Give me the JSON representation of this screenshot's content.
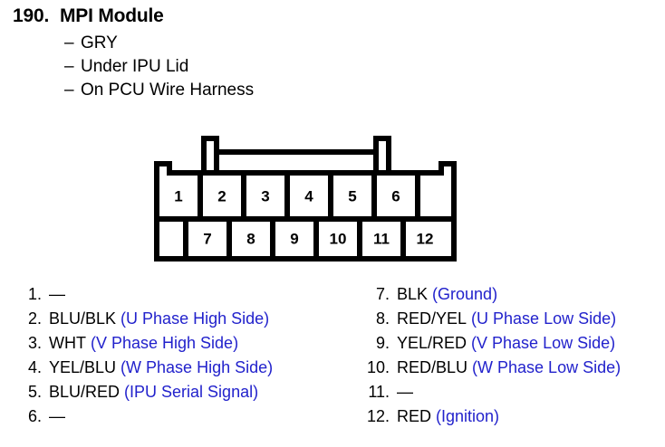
{
  "header": {
    "number": "190.",
    "title": "MPI Module",
    "bullet_dash": "–",
    "bullets": [
      "GRY",
      "Under IPU Lid",
      "On PCU Wire Harness"
    ]
  },
  "connector": {
    "top_row_pins": [
      "1",
      "2",
      "3",
      "4",
      "5",
      "6"
    ],
    "bottom_row_pins": [
      "7",
      "8",
      "9",
      "10",
      "11",
      "12"
    ],
    "line_color": "#000000",
    "fill_color": "#ffffff"
  },
  "pinout": {
    "empty_marker": "—",
    "desc_color": "#2222cc",
    "left": [
      {
        "index": "1.",
        "wire": "",
        "desc": "",
        "empty": "—"
      },
      {
        "index": "2.",
        "wire": "BLU/BLK",
        "desc": "(U Phase High Side)",
        "empty": ""
      },
      {
        "index": "3.",
        "wire": "WHT",
        "desc": "(V Phase High Side)",
        "empty": ""
      },
      {
        "index": "4.",
        "wire": "YEL/BLU",
        "desc": "(W Phase High Side)",
        "empty": ""
      },
      {
        "index": "5.",
        "wire": "BLU/RED",
        "desc": "(IPU Serial Signal)",
        "empty": ""
      },
      {
        "index": "6.",
        "wire": "",
        "desc": "",
        "empty": "—"
      }
    ],
    "right": [
      {
        "index": "7.",
        "wire": "BLK",
        "desc": "(Ground)",
        "empty": ""
      },
      {
        "index": "8.",
        "wire": "RED/YEL",
        "desc": "(U Phase Low Side)",
        "empty": ""
      },
      {
        "index": "9.",
        "wire": "YEL/RED",
        "desc": "(V Phase Low Side)",
        "empty": ""
      },
      {
        "index": "10.",
        "wire": "RED/BLU",
        "desc": "(W Phase Low Side)",
        "empty": ""
      },
      {
        "index": "11.",
        "wire": "",
        "desc": "",
        "empty": "—"
      },
      {
        "index": "12.",
        "wire": "RED",
        "desc": "(Ignition)",
        "empty": ""
      }
    ]
  }
}
